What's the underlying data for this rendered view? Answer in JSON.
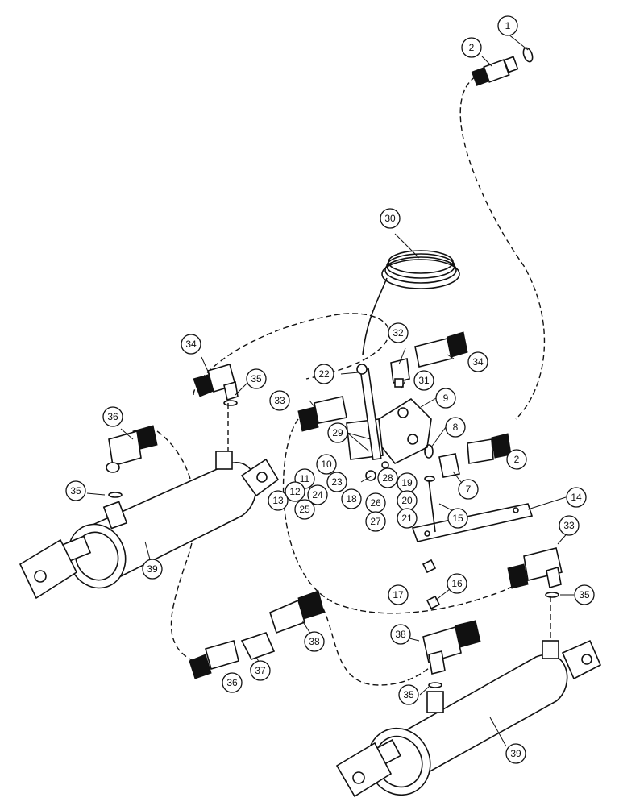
{
  "callouts": [
    {
      "id": "c1",
      "label": "1"
    },
    {
      "id": "c2a",
      "label": "2"
    },
    {
      "id": "c2b",
      "label": "2"
    },
    {
      "id": "c7",
      "label": "7"
    },
    {
      "id": "c8",
      "label": "8"
    },
    {
      "id": "c9",
      "label": "9"
    },
    {
      "id": "c10",
      "label": "10"
    },
    {
      "id": "c11",
      "label": "11"
    },
    {
      "id": "c12",
      "label": "12"
    },
    {
      "id": "c13",
      "label": "13"
    },
    {
      "id": "c14",
      "label": "14"
    },
    {
      "id": "c15",
      "label": "15"
    },
    {
      "id": "c16",
      "label": "16"
    },
    {
      "id": "c17",
      "label": "17"
    },
    {
      "id": "c18",
      "label": "18"
    },
    {
      "id": "c19",
      "label": "19"
    },
    {
      "id": "c20",
      "label": "20"
    },
    {
      "id": "c21",
      "label": "21"
    },
    {
      "id": "c22",
      "label": "22"
    },
    {
      "id": "c23",
      "label": "23"
    },
    {
      "id": "c24",
      "label": "24"
    },
    {
      "id": "c25",
      "label": "25"
    },
    {
      "id": "c26",
      "label": "26"
    },
    {
      "id": "c27",
      "label": "27"
    },
    {
      "id": "c28",
      "label": "28"
    },
    {
      "id": "c29",
      "label": "29"
    },
    {
      "id": "c30",
      "label": "30"
    },
    {
      "id": "c31",
      "label": "31"
    },
    {
      "id": "c32",
      "label": "32"
    },
    {
      "id": "c33a",
      "label": "33"
    },
    {
      "id": "c33b",
      "label": "33"
    },
    {
      "id": "c34a",
      "label": "34"
    },
    {
      "id": "c34b",
      "label": "34"
    },
    {
      "id": "c35a",
      "label": "35"
    },
    {
      "id": "c35b",
      "label": "35"
    },
    {
      "id": "c35c",
      "label": "35"
    },
    {
      "id": "c35d",
      "label": "35"
    },
    {
      "id": "c36a",
      "label": "36"
    },
    {
      "id": "c36b",
      "label": "36"
    },
    {
      "id": "c37",
      "label": "37"
    },
    {
      "id": "c38a",
      "label": "38"
    },
    {
      "id": "c38b",
      "label": "38"
    },
    {
      "id": "c39a",
      "label": "39"
    },
    {
      "id": "c39b",
      "label": "39"
    }
  ]
}
